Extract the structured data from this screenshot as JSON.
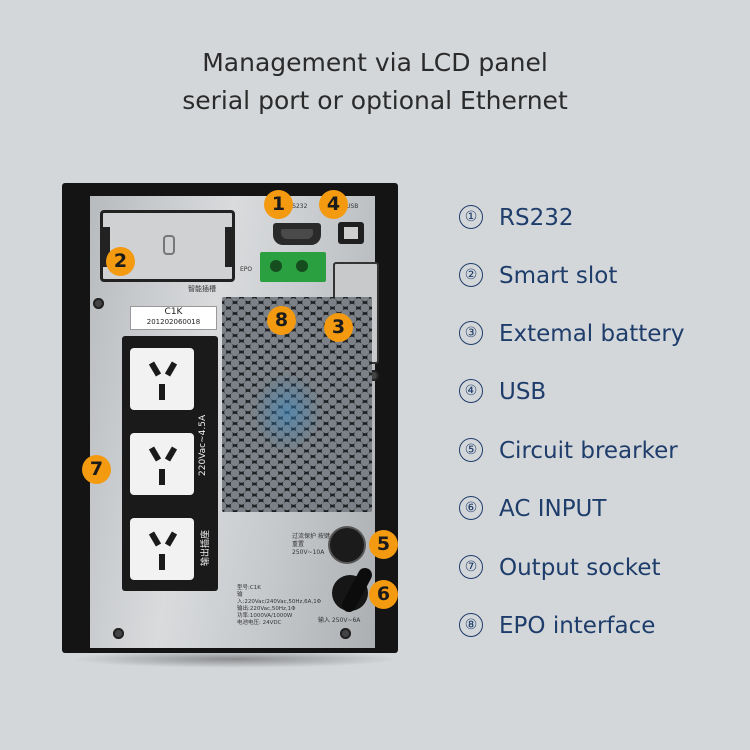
{
  "title": {
    "line1": "Management via LCD panel",
    "line2": "serial port or optional Ethernet"
  },
  "device": {
    "slot_label": "智能插槽",
    "model_tag": "C1K",
    "serial": "201202060018",
    "port_rs232_label": "RS232",
    "port_usb_label": "USB",
    "epo_label": "EPO",
    "outlet_rating": "220Vac~4.5A",
    "outlet_label": "输出插座",
    "breaker_label": "过流保护 按键重置 250V~10A",
    "input_label": "输入 250V~6A",
    "spec_lines": [
      "型号:C1K",
      "输入:220Vac/240Vac,50Hz,6A,1Φ",
      "输出:220Vac,50Hz,1Φ",
      "功率:1000VA/1000W",
      "电池电压: 24VDC"
    ]
  },
  "callouts": [
    "1",
    "2",
    "3",
    "4",
    "5",
    "6",
    "7",
    "8"
  ],
  "legend": [
    {
      "num": "①",
      "label": "RS232"
    },
    {
      "num": "②",
      "label": "Smart slot"
    },
    {
      "num": "③",
      "label": "Extemal battery"
    },
    {
      "num": "④",
      "label": "USB"
    },
    {
      "num": "⑤",
      "label": "Circuit brearker"
    },
    {
      "num": "⑥",
      "label": "AC INPUT"
    },
    {
      "num": "⑦",
      "label": "Output socket"
    },
    {
      "num": "⑧",
      "label": "EPO interface"
    }
  ],
  "colors": {
    "background": "#d4d7da",
    "callout": "#f39a10",
    "legend_text": "#1e3d6b",
    "title_text": "#2b2b2b",
    "epo_terminal": "#2aa040"
  }
}
